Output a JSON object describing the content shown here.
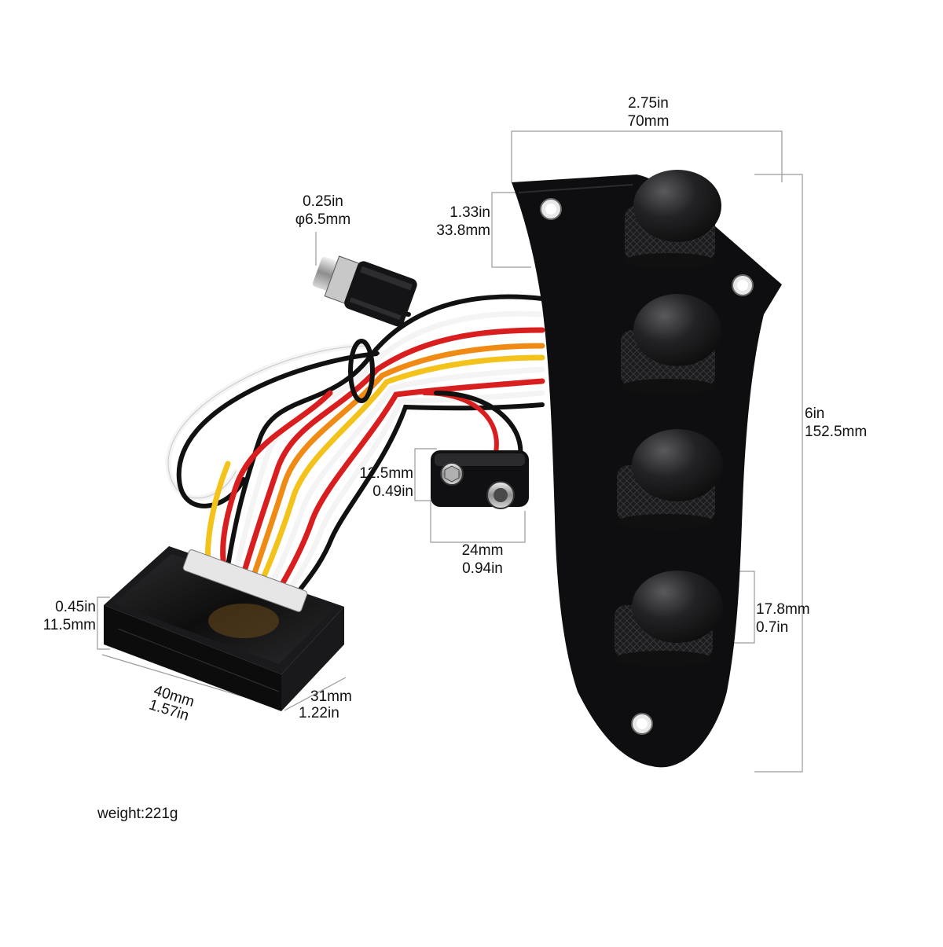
{
  "colors": {
    "plate": "#0e0e10",
    "knob": "#1b1b1d",
    "wire_red": "#d81e1e",
    "wire_white": "#f4f4f4",
    "wire_black": "#111111",
    "wire_orange": "#ef8a14",
    "wire_yellow": "#f3c21b",
    "dimension_line": "#9a9a9a"
  },
  "dimensions": {
    "plate_width": {
      "in": "2.75in",
      "mm": "70mm"
    },
    "plate_height": {
      "in": "6in",
      "mm": "152.5mm"
    },
    "knob_spacing": {
      "in": "1.33in",
      "mm": "33.8mm"
    },
    "knob_diameter": {
      "mm": "17.8mm",
      "in": "0.7in"
    },
    "jack": {
      "in": "0.25in",
      "mm": "φ6.5mm"
    },
    "battery_clip_height": {
      "mm": "12.5mm",
      "in": "0.49in"
    },
    "battery_clip_width": {
      "mm": "24mm",
      "in": "0.94in"
    },
    "preamp_height": {
      "in": "0.45in",
      "mm": "11.5mm"
    },
    "preamp_length": {
      "mm": "40mm",
      "in": "1.57in"
    },
    "preamp_width": {
      "mm": "31mm",
      "in": "1.22in"
    }
  },
  "weight": "weight:221g"
}
